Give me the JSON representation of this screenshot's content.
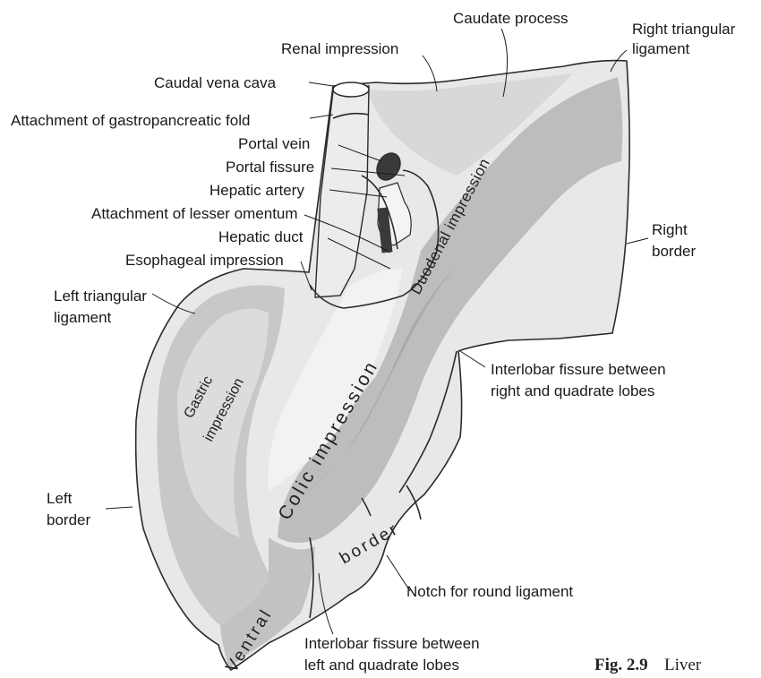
{
  "labels": {
    "caudate_process": "Caudate process",
    "renal_impression": "Renal impression",
    "right_triangular_ligament_1": "Right triangular",
    "right_triangular_ligament_2": "ligament",
    "caudal_vena_cava": "Caudal vena cava",
    "gastropancreatic_fold": "Attachment of gastropancreatic fold",
    "portal_vein": "Portal vein",
    "portal_fissure": "Portal fissure",
    "hepatic_artery": "Hepatic artery",
    "lesser_omentum": "Attachment of lesser omentum",
    "hepatic_duct": "Hepatic duct",
    "esophageal_impression": "Esophageal impression",
    "left_triangular_ligament_1": "Left triangular",
    "left_triangular_ligament_2": "ligament",
    "right_border_1": "Right",
    "right_border_2": "border",
    "interlobar_right_quadrate_1": "Interlobar fissure between",
    "interlobar_right_quadrate_2": "right and quadrate lobes",
    "left_border_1": "Left",
    "left_border_2": "border",
    "notch_round_ligament": "Notch for round ligament",
    "interlobar_left_quadrate_1": "Interlobar fissure between",
    "interlobar_left_quadrate_2": "left and quadrate lobes"
  },
  "region_labels": {
    "duodenal_impression": "Duodenal impression",
    "colic_impression": "Colic impression",
    "gastric_1": "Gastric",
    "gastric_2": "impression",
    "ventral": "Ventral",
    "border": "border"
  },
  "caption": {
    "figure_number": "Fig. 2.9",
    "title": "Liver"
  },
  "colors": {
    "light": "#e8e8e8",
    "medium": "#c8c8c8",
    "dark": "#a9a9a9",
    "outline": "#2b2b2b"
  }
}
